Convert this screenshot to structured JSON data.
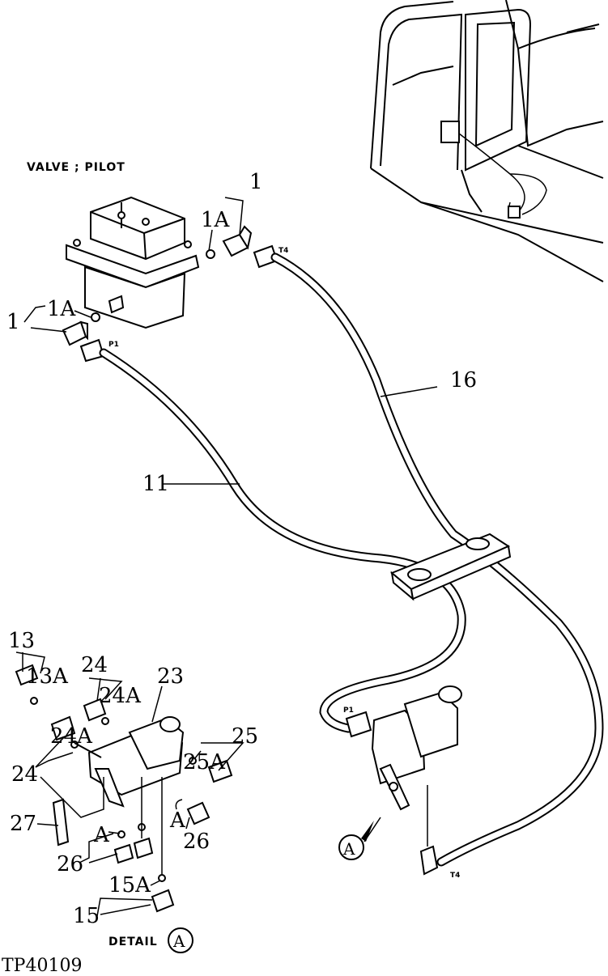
{
  "caption": "VALVE ; PILOT",
  "code": "TP40109",
  "detail": {
    "label": "DETAIL",
    "letter": "A"
  },
  "ports": {
    "p1": "P1",
    "t4": "T4"
  },
  "callouts": {
    "c1_top": "1",
    "c1a_top": "1A",
    "c1_left": "1",
    "c1a_left": "1A",
    "c16": "16",
    "c11": "11",
    "c13": "13",
    "c13a": "13A",
    "c24_top": "24",
    "c24a_top": "24A",
    "c23": "23",
    "c24_low": "24",
    "c24a_low": "24A",
    "c25": "25",
    "c25a": "25A",
    "c27": "27",
    "ca_left": "A",
    "ca_right": "A",
    "c26_left": "26",
    "c26_right": "26",
    "c15a": "15A",
    "c15": "15",
    "marker_a": "A"
  }
}
